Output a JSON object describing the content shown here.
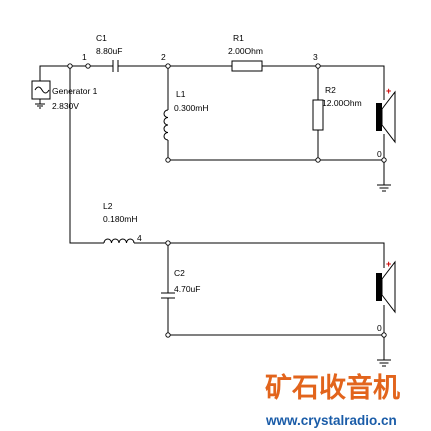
{
  "circuit": {
    "components": {
      "generator": {
        "name": "Generator 1",
        "value": "2.830V"
      },
      "c1": {
        "name": "C1",
        "value": "8.80uF"
      },
      "r1": {
        "name": "R1",
        "value": "2.00Ohm"
      },
      "l1": {
        "name": "L1",
        "value": "0.300mH"
      },
      "r2": {
        "name": "R2",
        "value": "12.00Ohm"
      },
      "l2": {
        "name": "L2",
        "value": "0.180mH"
      },
      "c2": {
        "name": "C2",
        "value": "4.70uF"
      }
    },
    "nodes": {
      "n1": "1",
      "n2": "2",
      "n3": "3",
      "n4": "4",
      "ground_top": "0",
      "ground_bottom": "0"
    },
    "speaker_polarity": "+"
  },
  "watermark": {
    "brand_text": "矿石收音机",
    "url": "www.crystalradio.cn",
    "colors": {
      "brand": "#e2641c",
      "url": "#1a5ca8"
    }
  }
}
